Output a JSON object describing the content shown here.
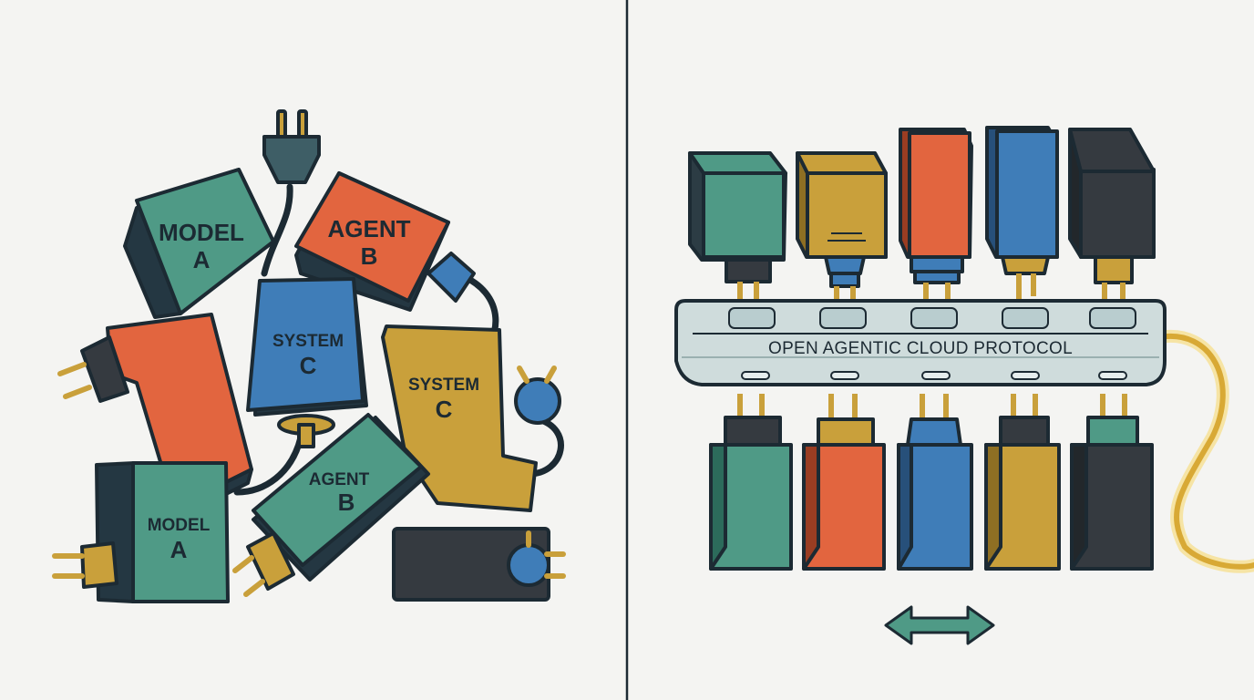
{
  "colors": {
    "background": "#f4f4f2",
    "outline": "#1c2a33",
    "teal": "#4f9a86",
    "orange": "#e2653f",
    "blue": "#3f7db8",
    "mustard": "#c9a03b",
    "charcoal": "#353a40",
    "strip": "#cfdcdc",
    "cord_glow": "#f0c54a"
  },
  "left_panel": {
    "blocks": [
      {
        "line1": "MODEL",
        "line2": "A"
      },
      {
        "line1": "AGENT",
        "line2": "B"
      },
      {
        "line1": "SYSTEM",
        "line2": "C"
      },
      {
        "line1": "SYSTEM",
        "line2": "C"
      },
      {
        "line1": "AGENT",
        "line2": "B"
      },
      {
        "line1": "MODEL",
        "line2": "A"
      }
    ]
  },
  "right_panel": {
    "strip_label": "OPEN AGENTIC CLOUD PROTOCOL",
    "top_adapters": [
      "teal",
      "mustard",
      "orange",
      "blue",
      "charcoal"
    ],
    "bottom_adapters": [
      "teal",
      "orange",
      "blue",
      "mustard",
      "charcoal"
    ],
    "arrow_icon": "double-arrow-icon"
  }
}
